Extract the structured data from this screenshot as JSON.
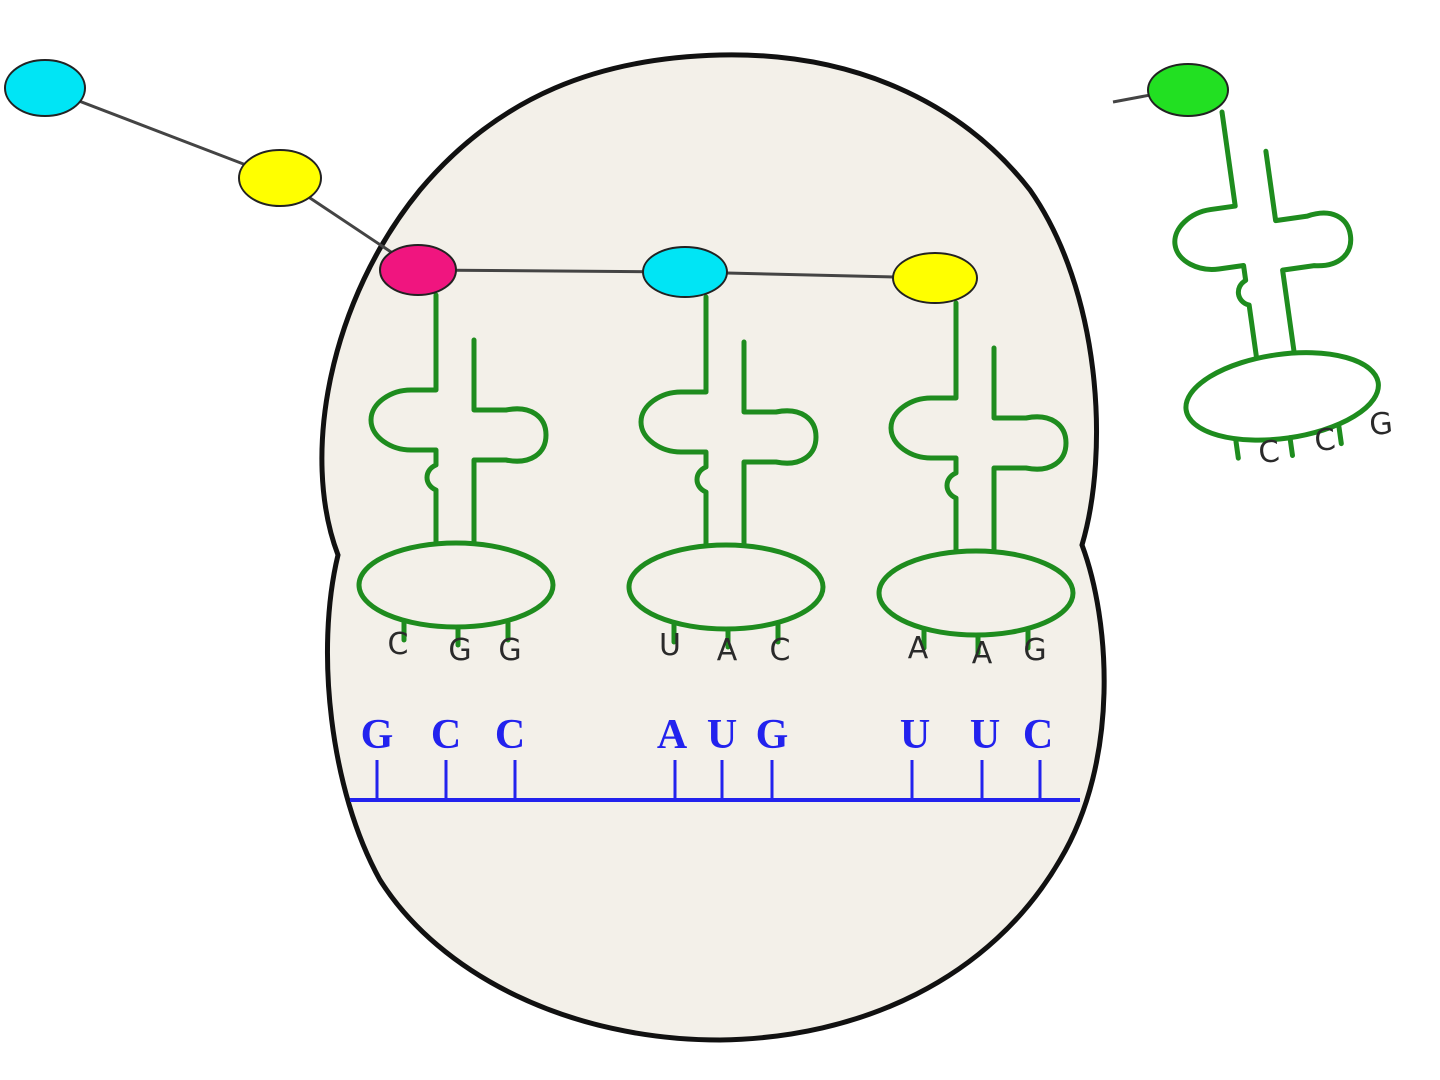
{
  "colors": {
    "ribosome_fill": "#f3f0e9",
    "ribosome_stroke": "#111111",
    "trna": "#1e8c1e",
    "mrna": "#2222ee",
    "peptide_bond": "#444444",
    "amino_acid_cyan": "#00e5f5",
    "amino_acid_yellow": "#ffff00",
    "amino_acid_magenta": "#f0157f",
    "amino_acid_green": "#22e022"
  },
  "amino_acids": {
    "chain": [
      "cyan",
      "yellow"
    ],
    "site_1": "magenta",
    "site_2": "cyan",
    "site_3": "yellow",
    "incoming": "green"
  },
  "trnas": [
    {
      "anticodon": [
        "C",
        "G",
        "G"
      ]
    },
    {
      "anticodon": [
        "U",
        "A",
        "C"
      ]
    },
    {
      "anticodon": [
        "A",
        "A",
        "G"
      ]
    },
    {
      "anticodon": [
        "C",
        "C",
        "G"
      ]
    }
  ],
  "mrna": {
    "codons": [
      [
        "G",
        "C",
        "C"
      ],
      [
        "A",
        "U",
        "G"
      ],
      [
        "U",
        "U",
        "C"
      ]
    ]
  }
}
